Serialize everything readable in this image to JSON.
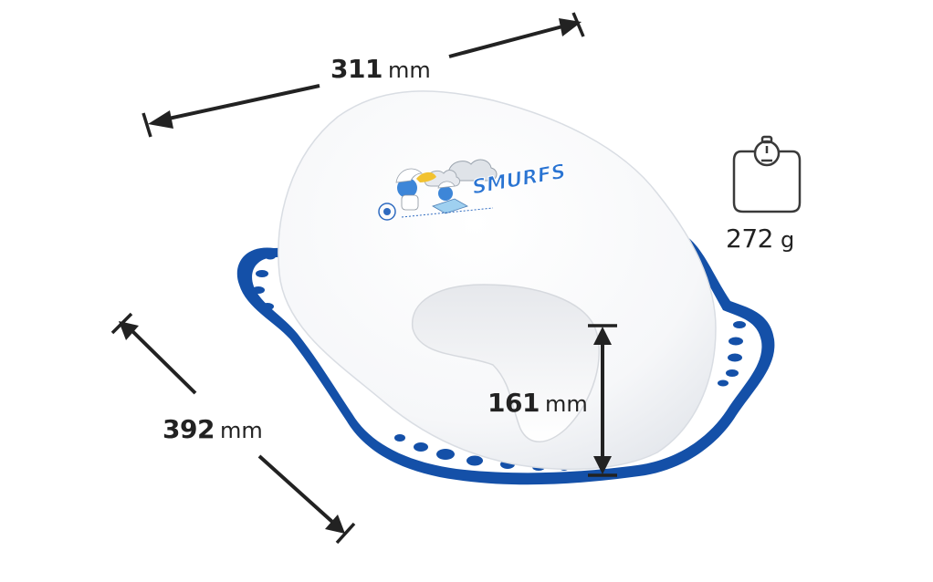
{
  "dimensions": {
    "width": {
      "value": "311",
      "unit": "mm"
    },
    "depth": {
      "value": "392",
      "unit": "mm"
    },
    "height": {
      "value": "161",
      "unit": "mm"
    }
  },
  "weight": {
    "value": "272",
    "unit": "g",
    "icon": "scale-weight-icon"
  },
  "product": {
    "brand": "SMURFS",
    "colors": {
      "seat": "#ffffff",
      "rim": "#1450a8",
      "ink": "#222222"
    }
  }
}
